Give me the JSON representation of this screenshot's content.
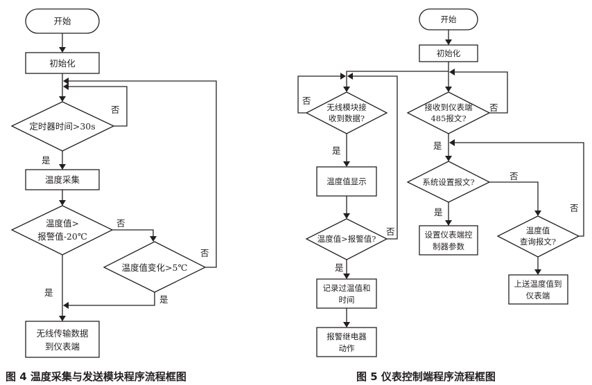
{
  "figure4": {
    "caption": "图 4   温度采集与发送模块程序流程框图",
    "start": "开始",
    "init": "初始化",
    "timer_check": "定时器时间>30s",
    "collect": "温度采集",
    "alarm_check_l1": "温度值>",
    "alarm_check_l2": "报警值-20℃",
    "change_check": "温度值变化>5℃",
    "transmit_l1": "无线传输数据",
    "transmit_l2": "到仪表端",
    "yes": "是",
    "no": "否"
  },
  "figure5": {
    "caption": "图 5   仪表控制端程序流程框图",
    "start": "开始",
    "init": "初始化",
    "wireless_check_l1": "无线模块接",
    "wireless_check_l2": "收到数据?",
    "display": "温度值显示",
    "over_alarm_check": "温度值>报警值?",
    "record_l1": "记录过温值和",
    "record_l2": "时间",
    "relay_l1": "报警继电器",
    "relay_l2": "动作",
    "meter_check_l1": "接收到仪表端",
    "meter_check_l2": "485报文?",
    "sys_check": "系统设置报文?",
    "set_params_l1": "设置仪表端控",
    "set_params_l2": "制器参数",
    "query_check_l1": "温度值",
    "query_check_l2": "查询报文?",
    "upload_l1": "上送温度值到",
    "upload_l2": "仪表端",
    "yes": "是",
    "no": "否"
  }
}
